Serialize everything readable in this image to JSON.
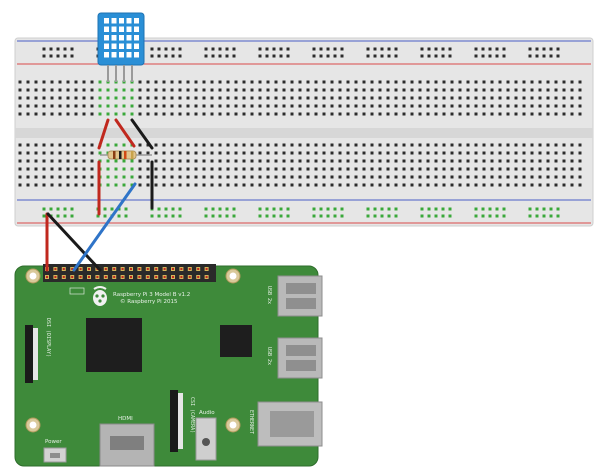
{
  "raspberry_pi": {
    "model_line1": "Raspberry Pi 3 Model B v1.2",
    "model_line2": "© Raspberry Pi 2015",
    "usb_label_top": "USB 2x",
    "usb_label_bottom": "USB 2x",
    "ethernet_label": "ETHERNET",
    "hdmi_label": "HDMI",
    "audio_label": "Audio",
    "power_label": "Power",
    "dsi_label": "DSI (DISPLAY)",
    "csi_label": "CSI (CAMERA)"
  },
  "components": {
    "sensor": "DHT11 humidity and temperature sensor",
    "resistor": "pull-up resistor"
  },
  "colors": {
    "board_green": "#3e8a3a",
    "wire_red": "#c0281e",
    "wire_black": "#1a1a1a",
    "wire_blue": "#2f74c8",
    "sensor_blue": "#2a8fd6",
    "rail_red": "#d94b4b",
    "rail_blue": "#4a5fc7",
    "hole_active": "#39a83a",
    "hole_idle": "#2c2c2c"
  }
}
